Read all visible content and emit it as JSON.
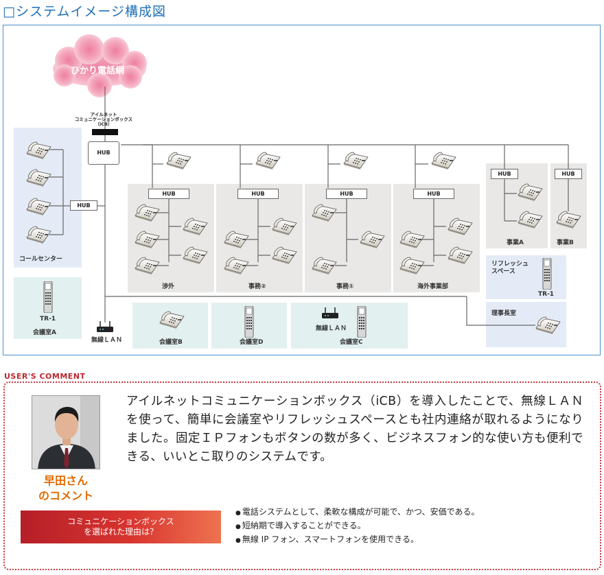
{
  "title": "□システムイメージ構成図",
  "diagram": {
    "cloud_label": "ひかり電話網",
    "icb_label_lines": [
      "アイルネット",
      "コミュニケーションボックス",
      "（iCB）"
    ],
    "hub_label": "HUB",
    "wireless_lan_label": "無線ＬＡＮ",
    "wireless_lan_label_c": "無線ＬＡＮ",
    "tr1_label": "TR-1",
    "zones": {
      "call_center": "コールセンター",
      "shogai": "渉外",
      "jimu2": "事務②",
      "jimu1": "事務①",
      "kaigai": "海外事業部",
      "jigyo_a": "事業A",
      "jigyo_b": "事業B",
      "refresh": "リフレッシュ\nスペース",
      "rijicho": "理事長室",
      "kaigi_a": "会議室A",
      "kaigi_b": "会議室B",
      "kaigi_d": "会議室D",
      "kaigi_c": "会議室C"
    }
  },
  "users_comment": {
    "heading": "USER'S COMMENT",
    "speaker_line1": "早田さん",
    "speaker_line2": "のコメント",
    "comment": "アイルネットコミュニケーションボックス（iCB）を導入したことで、無線ＬＡＮを使って、簡単に会議室やリフレッシュスペースとも社内連絡が取れるようになりました。固定ＩＰフォンもボタンの数が多く、ビジネスフォン的な使い方も便利できる、いいとこ取りのシステムです。",
    "reason_line1": "コミュニケーションボックス",
    "reason_line2": "を選ばれた理由は？",
    "reasons": [
      "電話システムとして、柔軟な構成が可能で、かつ、安価である。",
      "短納期で導入することができる。",
      "無線 IP フォン、スマートフォンを使用できる。"
    ]
  },
  "colors": {
    "title": "#1f6fb8",
    "accent_red": "#c8323a",
    "speaker": "#e06a00"
  }
}
